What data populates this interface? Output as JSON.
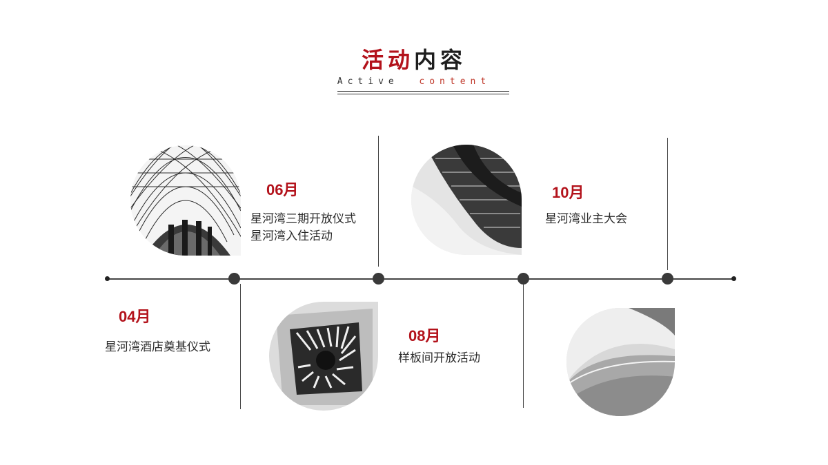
{
  "header": {
    "title_red": "活动",
    "title_dark": "内容",
    "subtitle_a": "Active",
    "subtitle_b": "content"
  },
  "events": [
    {
      "month": "06月",
      "lines": [
        "星河湾三期开放仪式",
        "星河湾入住活动"
      ]
    },
    {
      "month": "10月",
      "lines": [
        "星河湾业主大会"
      ]
    },
    {
      "month": "04月",
      "lines": [
        "星河湾酒店奠基仪式"
      ]
    },
    {
      "month": "08月",
      "lines": [
        "样板间开放活动"
      ]
    }
  ],
  "colors": {
    "accent": "#b3121b",
    "line": "#444444",
    "node": "#3a3a3a"
  }
}
